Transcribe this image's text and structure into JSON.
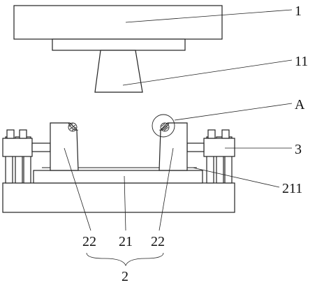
{
  "labels": {
    "part_1": "1",
    "part_11": "11",
    "detail_A": "A",
    "part_3": "3",
    "part_211": "211",
    "part_22_left": "22",
    "part_21": "21",
    "part_22_right": "22",
    "part_2": "2"
  },
  "colors": {
    "line": "#222222",
    "hatch": "#555555",
    "background": "#ffffff"
  }
}
